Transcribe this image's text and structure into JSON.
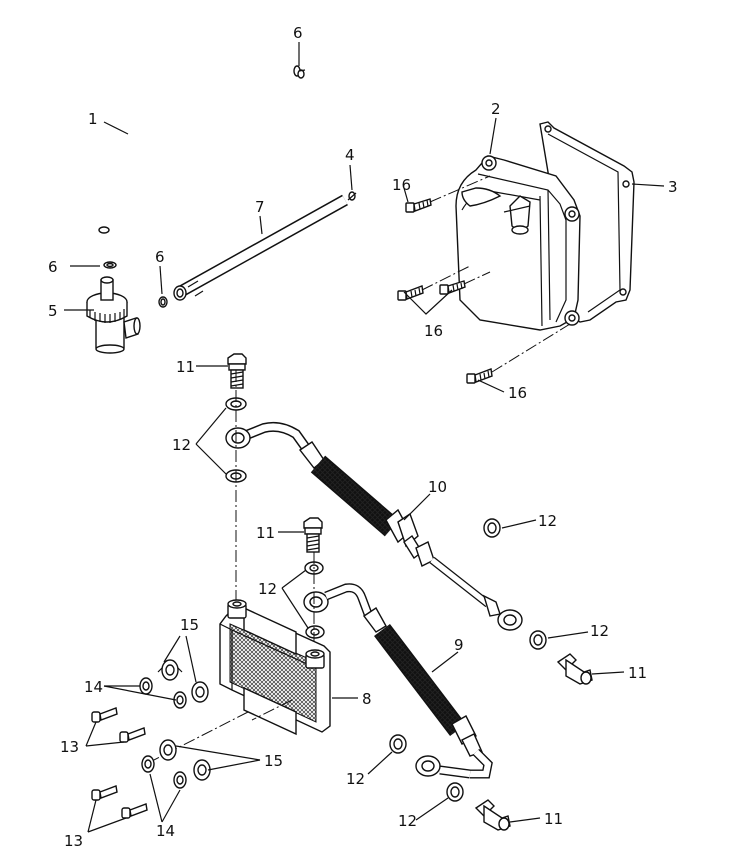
{
  "diagram": {
    "callouts": {
      "c1": "1",
      "c2": "2",
      "c3": "3",
      "c4": "4",
      "c5": "5",
      "c6a": "6",
      "c6b": "6",
      "c6c": "6",
      "c7": "7",
      "c8": "8",
      "c9": "9",
      "c10": "10",
      "c11a": "11",
      "c11b": "11",
      "c11c": "11",
      "c11d": "11",
      "c12a": "12",
      "c12b": "12",
      "c12c": "12",
      "c12d": "12",
      "c12e": "12",
      "c12f": "12",
      "c13a": "13",
      "c13b": "13",
      "c14a": "14",
      "c14b": "14",
      "c15a": "15",
      "c15b": "15",
      "c16a": "16",
      "c16b": "16",
      "c16c": "16"
    }
  }
}
